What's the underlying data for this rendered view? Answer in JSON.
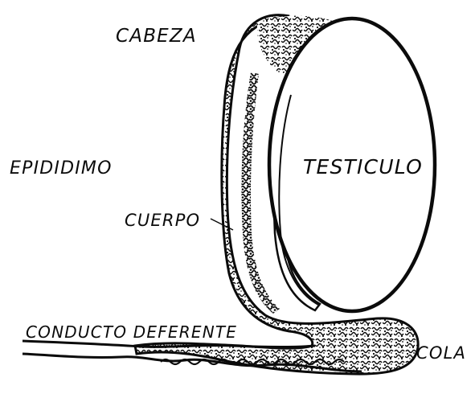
{
  "labels": {
    "head": "CABEZA",
    "epididymis": "EPIDIDIMO",
    "body": "CUERPO",
    "testis": "TESTICULO",
    "vas_deferens": "CONDUCTO DEFERENTE",
    "tail": "COLA"
  },
  "colors": {
    "ink": "#0b0b0b",
    "paper": "#ffffff"
  }
}
